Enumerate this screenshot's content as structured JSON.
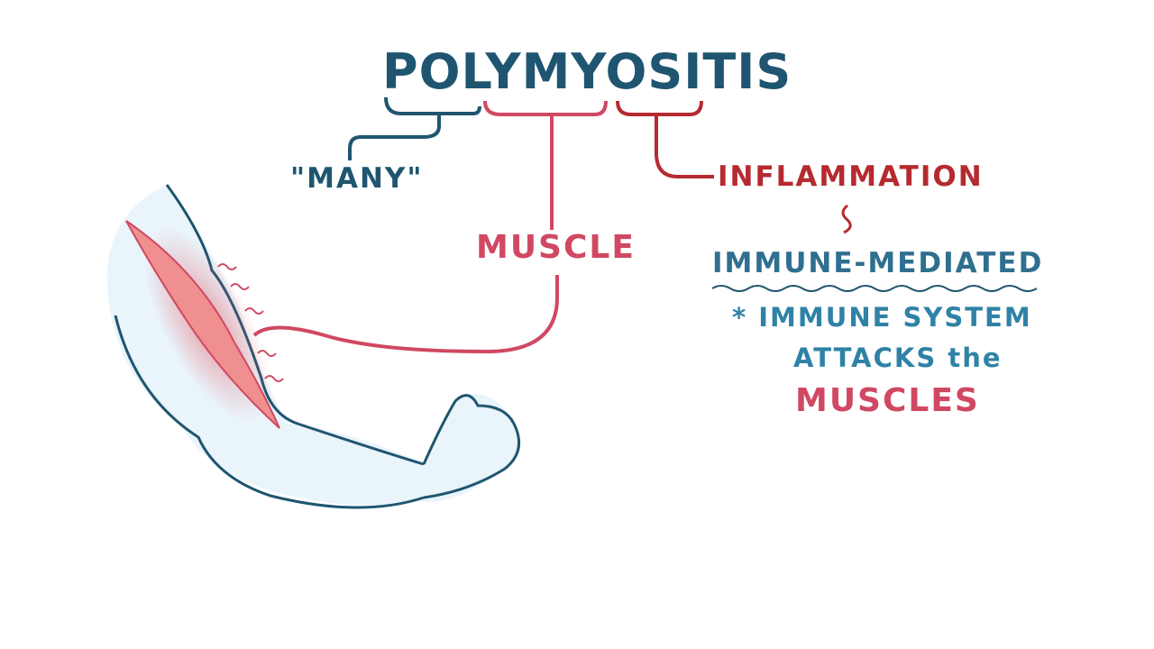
{
  "diagram": {
    "title": "POLYMYOSITIS",
    "parts": [
      {
        "label": "\"MANY\"",
        "segment": "POLY"
      },
      {
        "label": "MUSCLE",
        "segment": "MYO"
      },
      {
        "label": "INFLAMMATION",
        "segment": "ITIS"
      }
    ],
    "definition": "IMMUNE-MEDIATED",
    "note_lines": [
      "* IMMUNE SYSTEM",
      "ATTACKS the",
      "MUSCLES"
    ],
    "illustration": "flexed arm with inflamed biceps muscle"
  },
  "colors": {
    "dark_teal": "#1f5570",
    "blue": "#2f82a6",
    "pink": "#d04862",
    "red": "#b52a30",
    "skin": "#eaf4fb"
  }
}
